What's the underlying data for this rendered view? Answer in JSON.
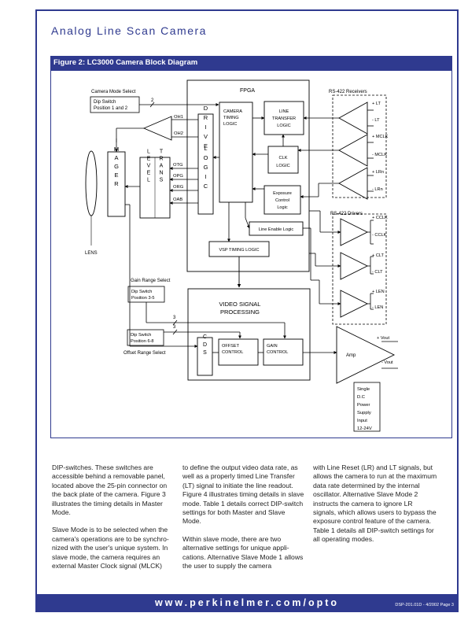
{
  "header": {
    "title": "Analog Line Scan Camera"
  },
  "figure": {
    "caption": "Figure 2: LC3000 Camera Block Diagram",
    "labels": {
      "camera_mode_select": "Camera Mode Select",
      "dip_mode_1": "Dip Switch",
      "dip_mode_2": "Position 1 and 2",
      "bus_2": "2",
      "oh1": "OH1",
      "oh2": "OH2",
      "otg": "OTG",
      "opg": "OPG",
      "org": "ORG",
      "oab": "OAB",
      "fpga": "FPGA",
      "timing_1": "CAMERA",
      "timing_2": "TIMING",
      "timing_3": "LOGIC",
      "line_transfer_1": "LINE",
      "line_transfer_2": "TRANSFER",
      "line_transfer_3": "LOGIC",
      "clk_1": "CLK",
      "clk_2": "LOGIC",
      "exposure_1": "Exposure",
      "exposure_2": "Control",
      "exposure_3": "Logic",
      "line_enable": "Line Enable Logic",
      "vsp_timing": "VSP TIMING LOGIC",
      "imager": "IMAGER",
      "level": "LEVEL",
      "trans": "TRANS",
      "drive": "DRIVE",
      "logic_v": "LOGIC",
      "lens": "LENS",
      "rs422_receivers": "RS-422 Receivers",
      "rs422_drivers": "RS-422 Drivers",
      "plus_lt": "+ LT",
      "minus_lt": "- LT",
      "plus_mclk": "+ MCLK",
      "minus_mclk": "- MCLK",
      "plus_lrn": "+ LRn",
      "minus_lrn": "- LRn",
      "plus_cclk": "+ CCLK",
      "minus_cclk": "- CCLK",
      "plus_clt": "+ CLT",
      "minus_clt": "- CLT",
      "plus_len": "+ LEN",
      "minus_len": "- LEN",
      "gain_range_select": "Gain Range Select",
      "dip_gain_1": "Dip Switch",
      "dip_gain_2": "Position 3-5",
      "bus_3a": "3",
      "bus_3b": "3",
      "dip_offset_1": "Dip Switch",
      "dip_offset_2": "Position 6-8",
      "offset_range_select": "Offset Range Select",
      "video_1": "VIDEO SIGNAL",
      "video_2": "PROCESSING",
      "cds": "CDS",
      "offset_1": "OFFSET",
      "offset_2": "CONTROL",
      "gain_1": "GAIN",
      "gain_2": "CONTROL",
      "amp": "Amp",
      "plus_vout": "+ Vout",
      "minus_vout": "- Vout",
      "power_1": "Single",
      "power_2": "D.C",
      "power_3": "Power",
      "power_4": "Supply",
      "power_5": "Input",
      "power_6": "12-24V"
    }
  },
  "body_text": {
    "col1": [
      "DIP-switches. These switches are accessible behind a removable panel, located above the 25-pin connector on the back plate of the camera. Figure 3 illustrates the timing details in Master Mode.",
      "Slave Mode is to be selected when the camera's operations are to be synchro-nized with the user's unique system. In slave mode, the camera requires an external Master Clock signal (MLCK)"
    ],
    "col2": [
      "to define the output video data rate, as well as a properly timed Line Transfer (LT) signal to initiate the line readout. Figure 4 illustrates timing details in slave mode. Table 1 details correct DIP-switch settings for both Master and Slave Mode.",
      "Within slave mode, there are two alternative settings for unique appli-cations.  Alternative Slave Mode 1 allows the user to supply the camera"
    ],
    "col3": [
      "with Line Reset (LR) and LT signals, but allows the camera to run at the maximum data rate determined by the internal oscillator. Alternative Slave Mode 2 instructs the camera to ignore LR signals, which allows users to bypass the exposure control feature of the camera. Table 1 details all DIP-switch settings for all operating modes."
    ]
  },
  "footer": {
    "url": "www.perkinelmer.com/opto",
    "doc_id": "DSP-201.01D - 4/2002 Page 3"
  }
}
